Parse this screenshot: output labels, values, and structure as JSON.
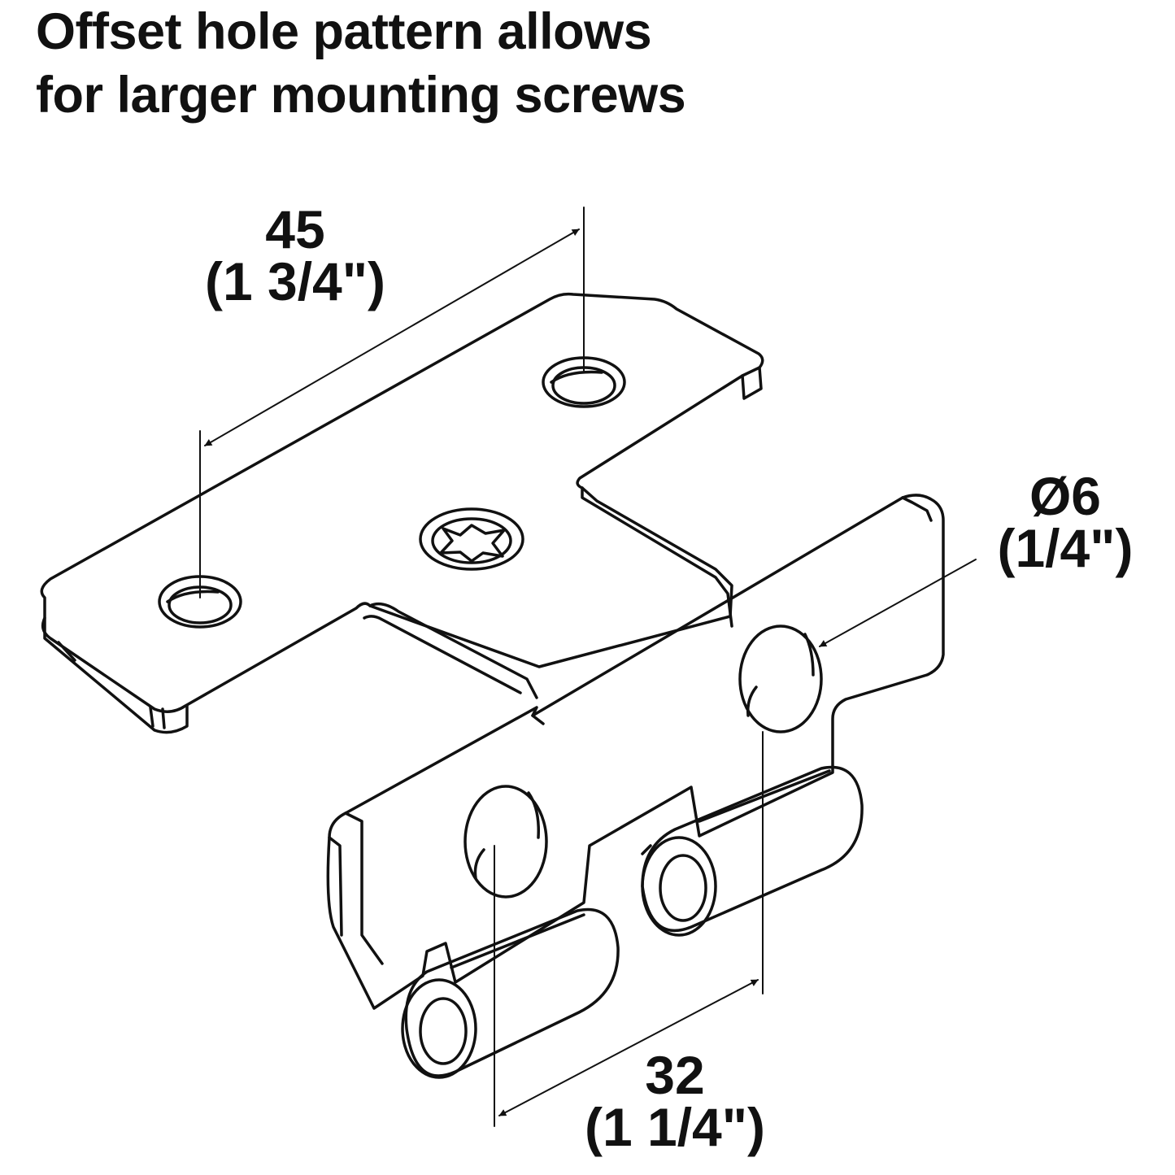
{
  "heading": {
    "line1": "Offset hole pattern allows",
    "line2": "for larger mounting screws"
  },
  "dimensions": {
    "top": {
      "metric": "45",
      "imperial": "(1 3/4\")"
    },
    "hole": {
      "metric": "Ø6",
      "imperial": "(1/4\")"
    },
    "bottom": {
      "metric": "32",
      "imperial": "(1 1/4\")"
    }
  },
  "colors": {
    "ink": "#111111",
    "background": "#ffffff"
  }
}
